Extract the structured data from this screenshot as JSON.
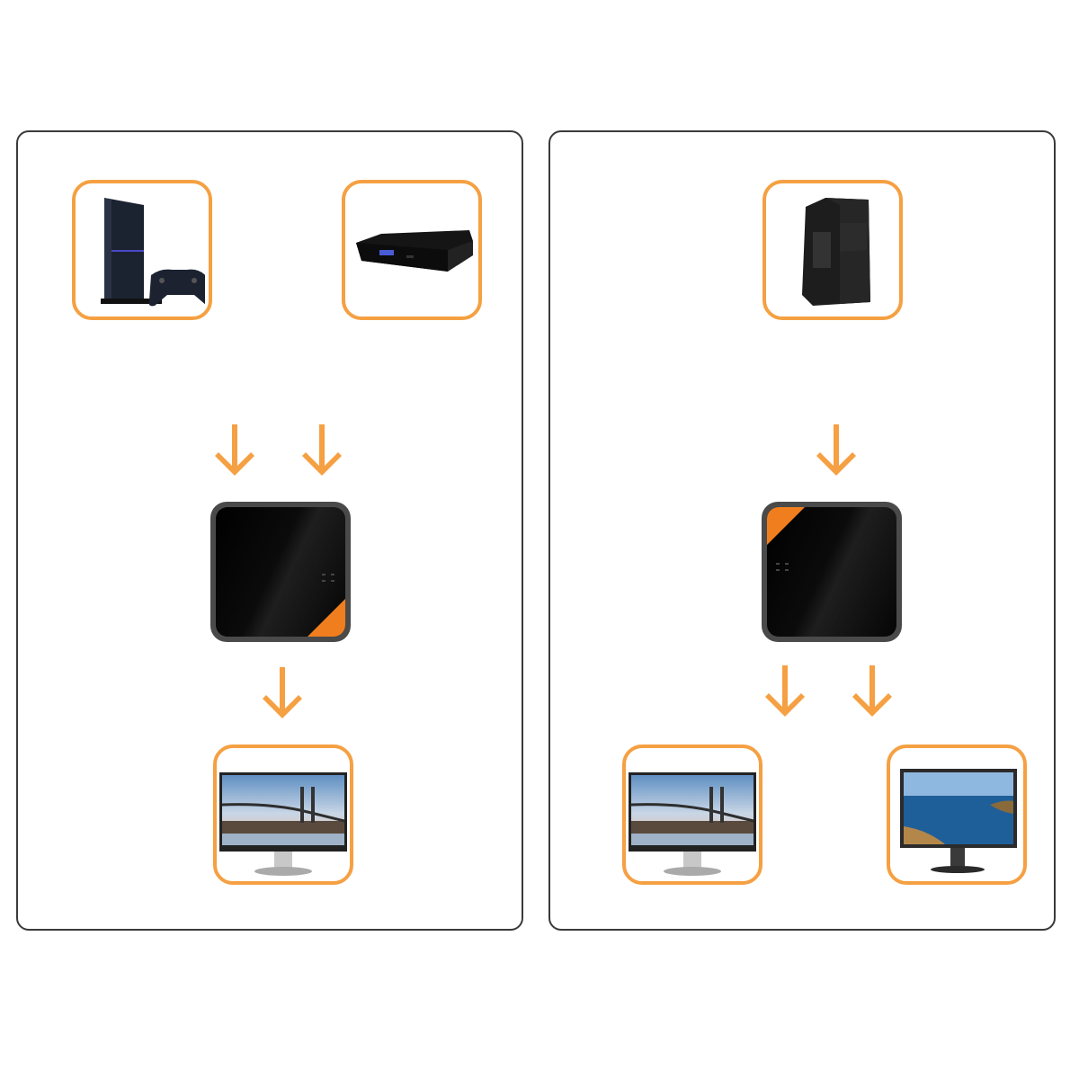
{
  "diagram": {
    "accent_color": "#f5a042",
    "switch_accent_color": "#f07e1e",
    "border_color": "#3a3a3a",
    "panels": [
      {
        "id": "left",
        "mode": "2 inputs to 1 output",
        "sources": [
          {
            "device": "game-console",
            "label": "Game console with controller"
          },
          {
            "device": "media-box",
            "label": "Set-top media box"
          }
        ],
        "switch": {
          "label": "HDMI switch box",
          "accent_corner": "bottom-right"
        },
        "outputs": [
          {
            "device": "monitor-bridge",
            "label": "Monitor (bridge wallpaper)"
          }
        ]
      },
      {
        "id": "right",
        "mode": "1 input to 2 outputs",
        "sources": [
          {
            "device": "pc-tower",
            "label": "PC tower"
          }
        ],
        "switch": {
          "label": "HDMI splitter box",
          "accent_corner": "top-left"
        },
        "outputs": [
          {
            "device": "monitor-bridge",
            "label": "Monitor (bridge wallpaper)"
          },
          {
            "device": "monitor-sea",
            "label": "Monitor (sea wallpaper)"
          }
        ]
      }
    ]
  }
}
